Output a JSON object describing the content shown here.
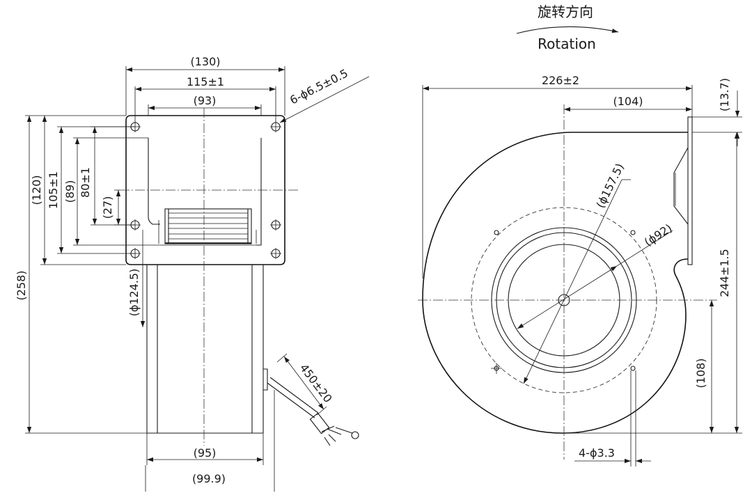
{
  "rotation": {
    "cn": "旋转方向",
    "en": "Rotation"
  },
  "side_view": {
    "w130": "(130)",
    "w115": "115±1",
    "w93": "(93)",
    "holes6": "6-ϕ6.5±0.5",
    "h120": "(120)",
    "h105": "105±1",
    "h89": "(89)",
    "h80": "80±1",
    "h27": "(27)",
    "h258": "(258)",
    "d124": "(ϕ124.5)",
    "cable": "450±20",
    "w95": "(95)",
    "w99": "(99.9)"
  },
  "front_view": {
    "w226": "226±2",
    "w104": "(104)",
    "h13": "(13.7)",
    "d157": "(ϕ157.5)",
    "d92": "(ϕ92)",
    "h244": "244±1.5",
    "h108": "(108)",
    "holes4": "4-ϕ3.3"
  }
}
